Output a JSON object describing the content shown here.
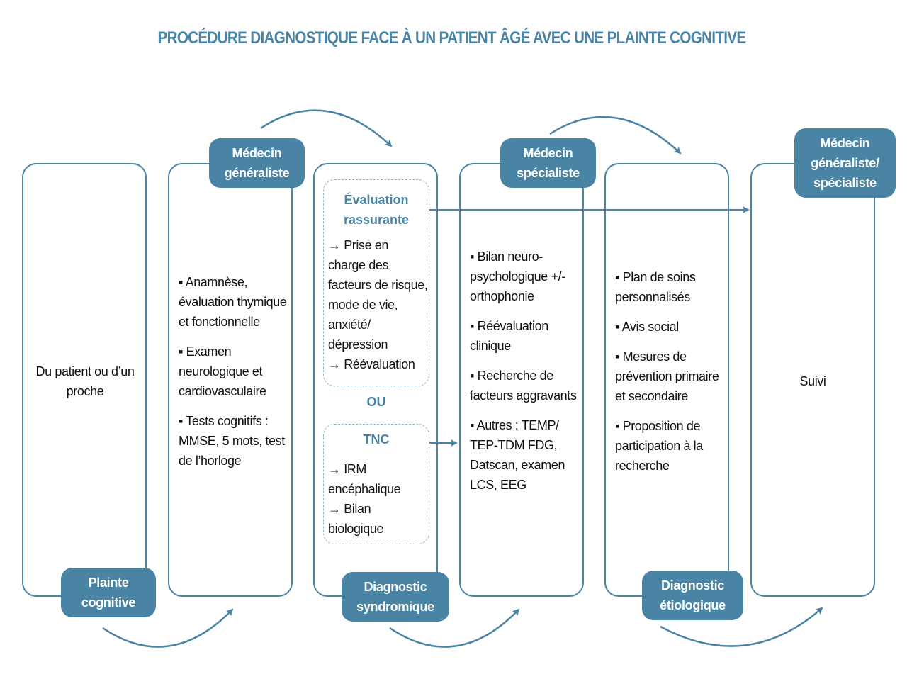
{
  "title": "PROCÉDURE DIAGNOSTIQUE FACE À UN PATIENT ÂGÉ AVEC UNE PLAINTE COGNITIVE",
  "colors": {
    "accent": "#4a84a5",
    "dashed_border": "#8fb5cb",
    "text": "#111111"
  },
  "columns": [
    {
      "tag": "Plainte cognitive",
      "tag_position": "bottom",
      "body": [
        "Du patient ou d’un proche"
      ]
    },
    {
      "tag": "Médecin généraliste",
      "tag_position": "top",
      "body": [
        "▪ Anamnèse, évaluation thymique et fonctionnelle",
        "▪ Examen neurologique et cardiovasculaire",
        "▪ Tests cognitifs : MMSE, 5 mots, test de l’horloge"
      ]
    },
    {
      "tag": "Diagnostic syndromique",
      "tag_position": "bottom",
      "options": [
        {
          "title": "Évaluation rassurante",
          "lines": [
            "→ Prise en charge des facteurs de risque, mode de vie, anxiété/ dépression",
            "→ Réévaluation"
          ]
        },
        {
          "title": "TNC",
          "lines": [
            "→ IRM encéphalique",
            "→ Bilan biologique"
          ]
        }
      ],
      "separator": "OU"
    },
    {
      "tag": "Médecin spécialiste",
      "tag_position": "top",
      "body": [
        "▪ Bilan neuro-psychologique +/- orthophonie",
        "▪ Réévaluation clinique",
        "▪ Recherche de facteurs aggravants",
        "▪ Autres : TEMP/ TEP-TDM FDG, Datscan, examen LCS, EEG"
      ]
    },
    {
      "tag": "Diagnostic étiologique",
      "tag_position": "bottom",
      "body": [
        "▪ Plan de soins personnalisés",
        "▪ Avis social",
        "▪ Mesures de prévention primaire et secondaire",
        "▪ Proposition de participation à la recherche"
      ]
    },
    {
      "tag": "Médecin généraliste/ spécialiste",
      "tag_position": "top",
      "body": [
        "Suivi"
      ]
    }
  ]
}
